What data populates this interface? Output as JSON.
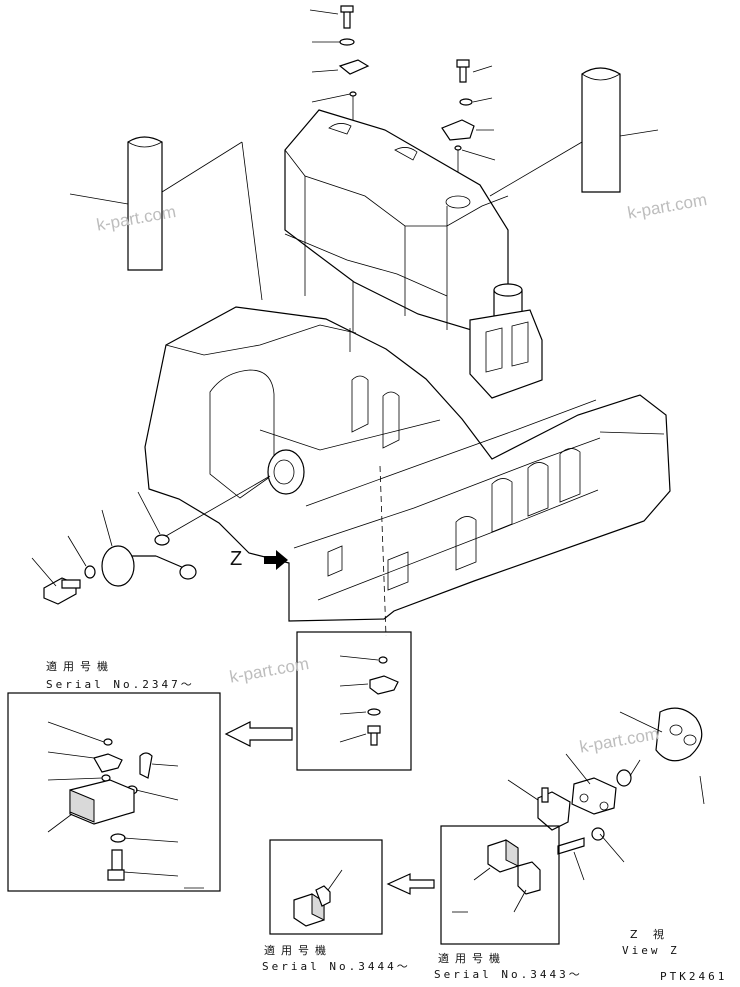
{
  "watermarks": [
    "k-part.com",
    "k-part.com",
    "k-part.com",
    "k-part.com"
  ],
  "view_arrow_label": "Z",
  "inset_top_left": {
    "jp": "適用号機",
    "serial": "Serial No.2347～"
  },
  "inset_bottom_left": {
    "jp": "適用号機",
    "serial": "Serial No.3444～"
  },
  "inset_bottom_mid": {
    "jp": "適用号機",
    "serial": "Serial No.3443～"
  },
  "view_z": {
    "jp": "Z 視",
    "en": "View Z"
  },
  "drawing_code": "PTK2461"
}
